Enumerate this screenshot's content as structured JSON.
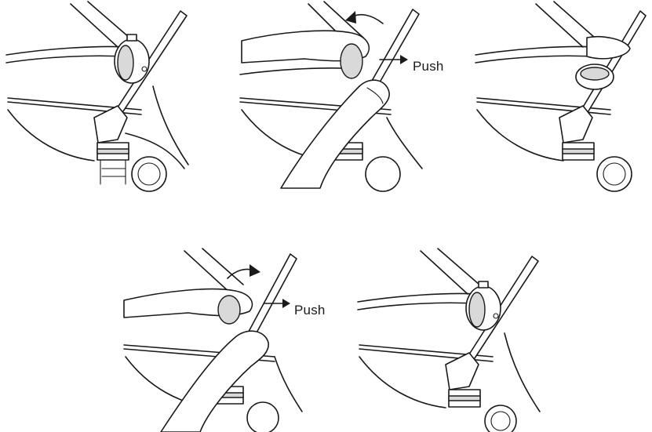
{
  "steps": [
    {
      "id": 1,
      "label": ""
    },
    {
      "id": 2,
      "label": "Push"
    },
    {
      "id": 3,
      "label": ""
    },
    {
      "id": 4,
      "label": "Push"
    },
    {
      "id": 5,
      "label": ""
    }
  ]
}
